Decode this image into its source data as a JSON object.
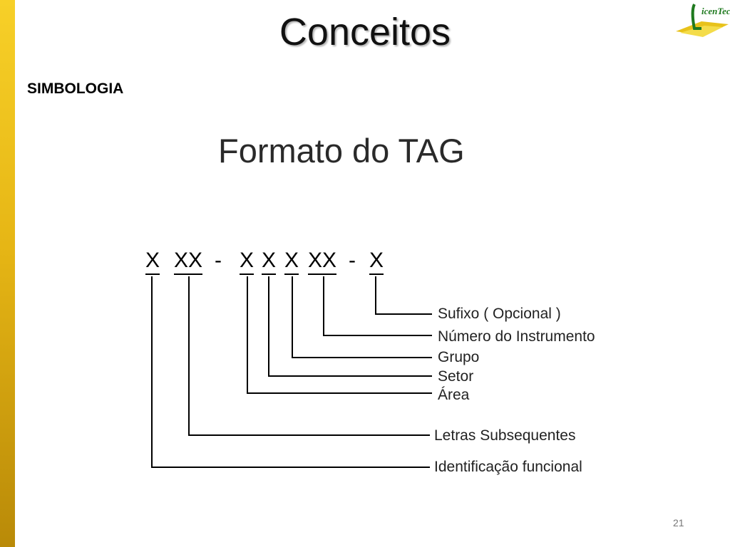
{
  "slide": {
    "title": "Conceitos",
    "section": "SIMBOLOGIA",
    "page_number": "21"
  },
  "logo": {
    "text": "LicenTec",
    "icon": "licentec-logo-icon"
  },
  "diagram": {
    "heading": "Formato do TAG",
    "format_chars": [
      "X",
      "XX",
      "-",
      "X",
      "X",
      "X",
      "XX",
      "-",
      "X"
    ],
    "labels": [
      "Sufixo ( Opcional )",
      "Número do Instrumento",
      "Grupo",
      "Setor",
      "Área",
      "Letras Subsequentes",
      "Identificação funcional"
    ]
  }
}
